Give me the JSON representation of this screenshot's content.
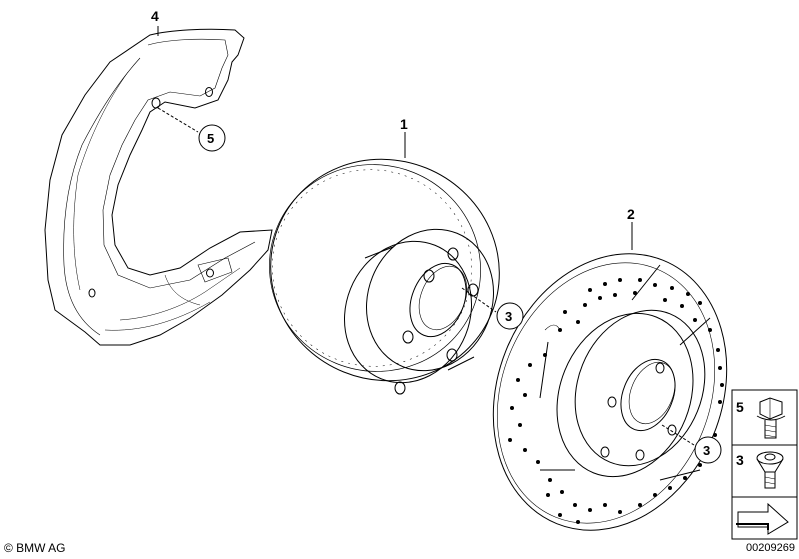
{
  "parts": {
    "splash_guard": "4",
    "brake_disc": "1",
    "brake_disc_sport": "2"
  },
  "callouts": {
    "guard_screw": "5",
    "disc_screw_1": "3",
    "disc_screw_2": "3"
  },
  "legend": {
    "item_a": "5",
    "item_b": "3"
  },
  "footer": {
    "copyright": "© BMW AG",
    "document_number": "00209269"
  }
}
